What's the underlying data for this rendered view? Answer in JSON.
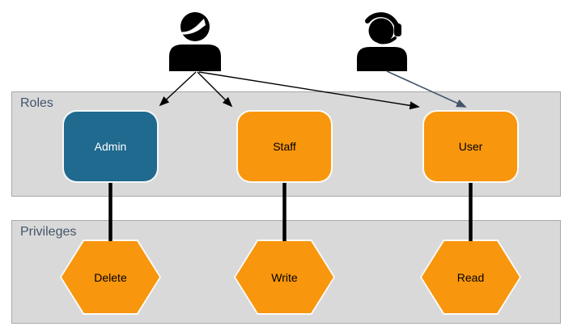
{
  "colors": {
    "band_fill": "#D9D9D9",
    "band_border": "#A8A8A8",
    "band_label": "#44546A",
    "admin_fill": "#20698F",
    "orange_fill": "#F8960D",
    "arrow_black": "#000000",
    "arrow_slate": "#44546A",
    "connector": "#000000",
    "icon_fill": "#000000"
  },
  "actors": [
    {
      "id": "person",
      "icon": "person-icon"
    },
    {
      "id": "support-person",
      "icon": "person-headset-icon"
    }
  ],
  "groups": [
    {
      "label": "Roles",
      "shape": "rounded-rect",
      "items": [
        {
          "label": "Admin",
          "fill": "#20698F",
          "text_color": "#FFFFFF"
        },
        {
          "label": "Staff",
          "fill": "#F8960D",
          "text_color": "#000000"
        },
        {
          "label": "User",
          "fill": "#F8960D",
          "text_color": "#000000"
        }
      ]
    },
    {
      "label": "Privileges",
      "shape": "hexagon",
      "items": [
        {
          "label": "Delete"
        },
        {
          "label": "Write"
        },
        {
          "label": "Read"
        }
      ]
    }
  ],
  "edges": [
    {
      "from": "person",
      "to": "Admin",
      "type": "arrow",
      "color": "#000000"
    },
    {
      "from": "person",
      "to": "Staff",
      "type": "arrow",
      "color": "#000000"
    },
    {
      "from": "person",
      "to": "User",
      "type": "arrow",
      "color": "#000000"
    },
    {
      "from": "support-person",
      "to": "User",
      "type": "arrow",
      "color": "#44546A"
    },
    {
      "from": "Admin",
      "to": "Delete",
      "type": "line",
      "color": "#000000"
    },
    {
      "from": "Staff",
      "to": "Write",
      "type": "line",
      "color": "#000000"
    },
    {
      "from": "User",
      "to": "Read",
      "type": "line",
      "color": "#000000"
    }
  ]
}
